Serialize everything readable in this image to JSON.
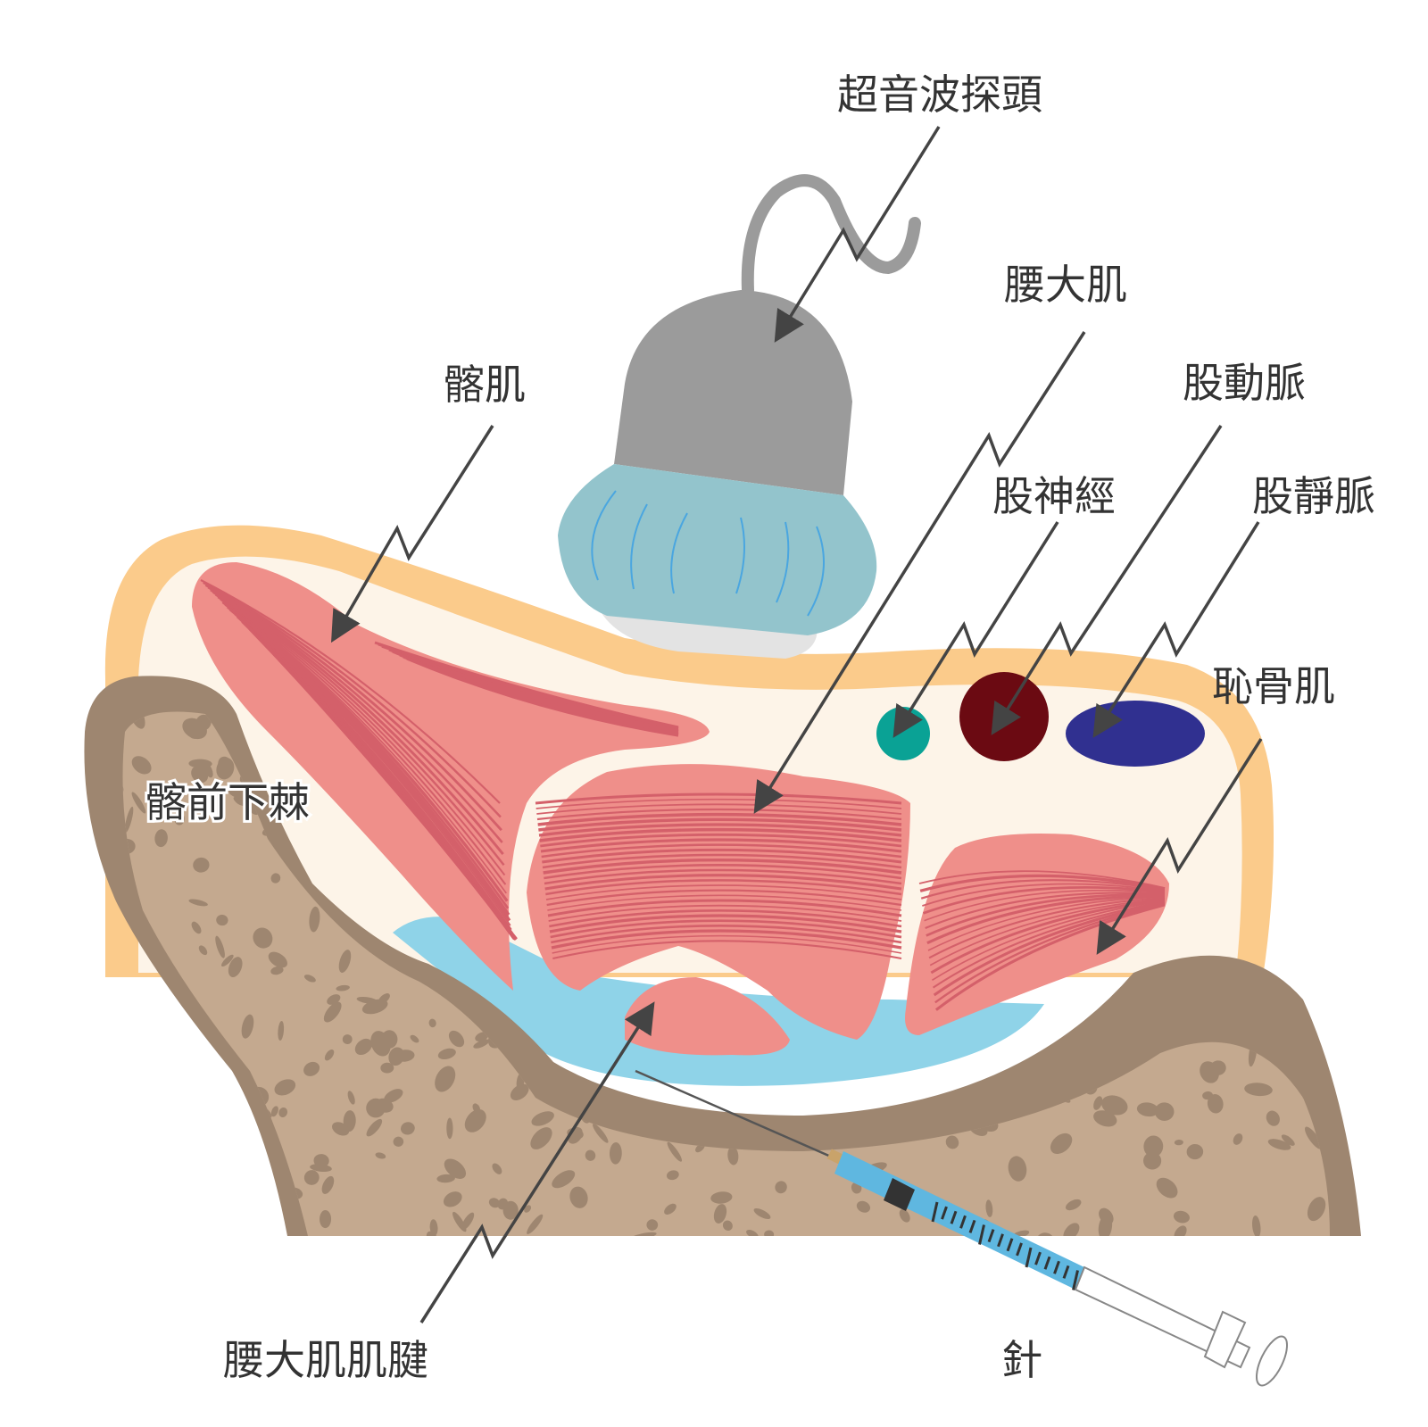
{
  "labels": {
    "probe": "超音波探頭",
    "psoas": "腰大肌",
    "iliacus": "髂肌",
    "femoral_artery": "股動脈",
    "femoral_nerve": "股神經",
    "femoral_vein": "股靜脈",
    "pectineus": "恥骨肌",
    "aiis": "髂前下棘",
    "psoas_tendon": "腰大肌肌腱",
    "needle": "針"
  },
  "colors": {
    "skin": "#fbcb8b",
    "subcutis": "#fdf4e8",
    "bone_cortex": "#9e8670",
    "bone_marrow": "#c4a98f",
    "fluid": "#8fd3e8",
    "muscle": "#ef8f8a",
    "muscle_fiber": "#d4606a",
    "probe_body": "#9b9b9b",
    "probe_cap": "#93c4cc",
    "nerve": "#0aa295",
    "artery": "#6b0a12",
    "vein": "#303090"
  }
}
